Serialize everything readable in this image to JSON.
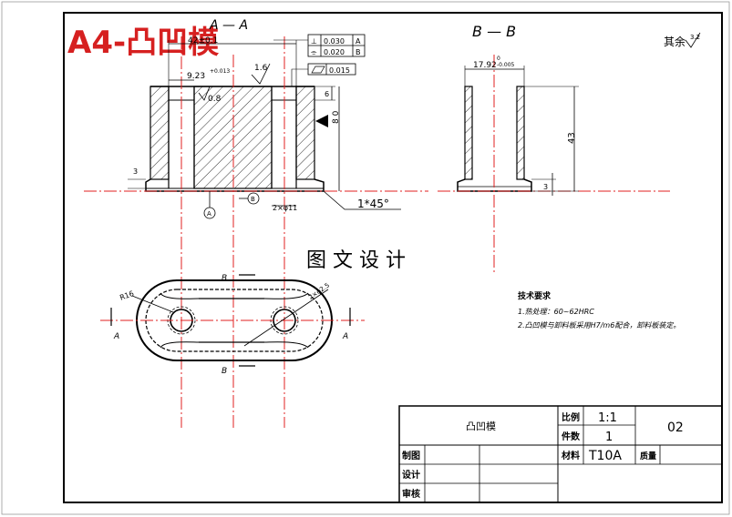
{
  "sheet": {
    "stamp": "A4-凸凹模",
    "watermark": "图 文 设 计"
  },
  "section_marks": {
    "main_view": "A — A",
    "side_view": "B — B",
    "cut_a_left": "A",
    "cut_a_right": "A",
    "cut_b_top": "B",
    "cut_b_bottom": "B",
    "datum_a": "A",
    "datum_b": "B"
  },
  "roughness": {
    "other": "其余",
    "other_value": "3.2",
    "top_value": "1.6",
    "hole_value": "0.8"
  },
  "tolerances": {
    "row1_value": "0.030",
    "row1_datum": "A",
    "row2_value": "0.020",
    "row2_datum": "B",
    "flatness_value": "0.015"
  },
  "dimensions": {
    "top_width": "42±0.1",
    "hole_dia": "9.23",
    "hole_tol": "+0.013",
    "step_height": "6",
    "height_r": "8 0",
    "base_thickness": "3",
    "chamfer": "1*45°",
    "fillet": "2×φ11",
    "bb_width": "17.92",
    "bb_tol_upper": "0",
    "bb_tol_lower": "-0.005",
    "bb_height": "43",
    "bb_base": "3",
    "radius_left": "R16",
    "radius_right": "2×φ2.5"
  },
  "notes": {
    "title": "技术要求",
    "line1": "1.热处理：60~62HRC",
    "line2": "2.凸凹模与卸料板采用H7/m6配合，卸料板装定。"
  },
  "title_block": {
    "part_name": "凸凹模",
    "scale_label": "比例",
    "scale_value": "1:1",
    "qty_label": "件数",
    "qty_value": "1",
    "drawing_no": "02",
    "material_label": "材料",
    "material_value": "T10A",
    "weight_label": "质量",
    "draw_label": "制图",
    "design_label": "设计",
    "check_label": "审核"
  }
}
